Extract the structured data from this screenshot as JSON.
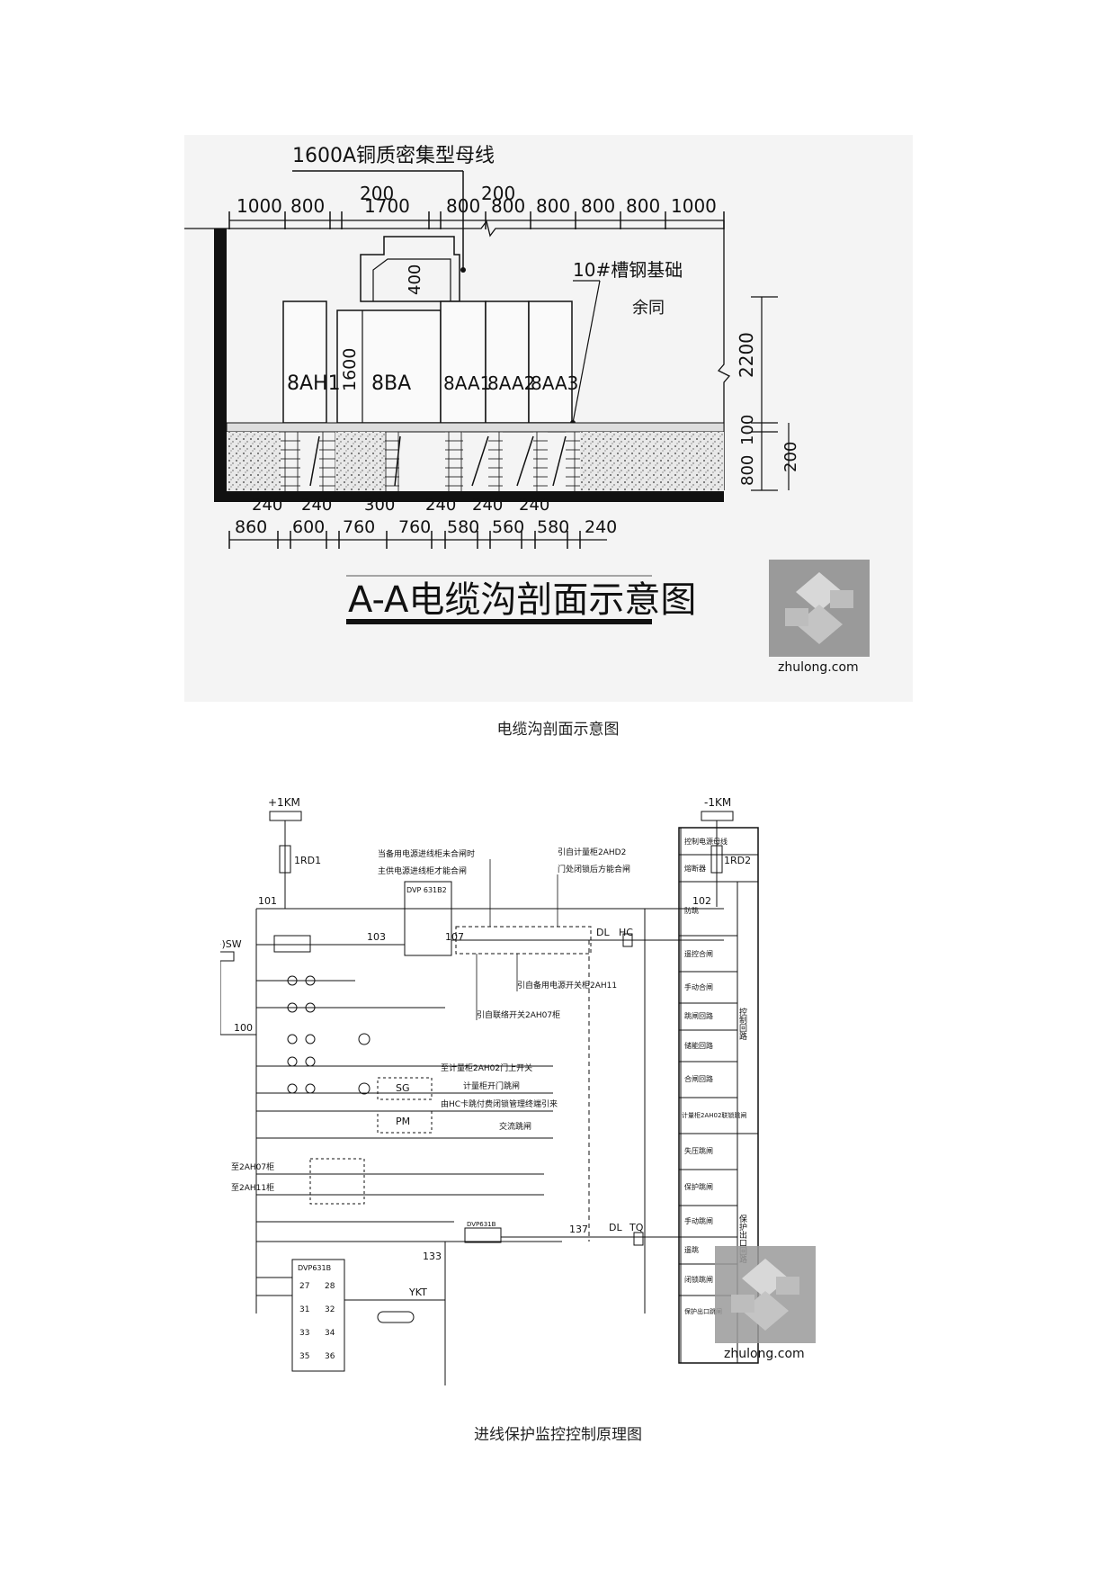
{
  "section": {
    "busbar": "1600A铜质密集型母线",
    "foundation": "10#槽钢基础",
    "same_note": "余同",
    "top_gap_1": "200",
    "top_gap_2": "200",
    "top_dims": [
      "1000",
      "800",
      "1700",
      "800",
      "800",
      "800",
      "800",
      "800",
      "1000"
    ],
    "busbar_height": "400",
    "cabinet_height": "1600",
    "right_dims": [
      "2200",
      "100",
      "800",
      "200"
    ],
    "cabinets": [
      "8AH1",
      "8BA",
      "8AA1",
      "8AA2",
      "8AA3"
    ],
    "bottom_dims_upper": [
      "240",
      "240",
      "300",
      "240",
      "240",
      "240"
    ],
    "bottom_dims_lower": [
      "860",
      "600",
      "760",
      "760",
      "580",
      "560",
      "580",
      "240"
    ],
    "title": "A-A电缆沟剖面示意图"
  },
  "caption_1": "电缆沟剖面示意图",
  "schematic": {
    "bus_plus": "+1KM",
    "bus_minus": "-1KM",
    "fuse_1": "1RD1",
    "fuse_2": "1RD2",
    "sw": "(+)SW",
    "node_101": "101",
    "node_102": "102",
    "node_103": "103",
    "node_107": "107",
    "node_100": "100",
    "node_133": "133",
    "node_137": "137",
    "dl_1": "DL",
    "hc": "HC",
    "dl_2": "DL",
    "tq": "TQ",
    "sg": "SG",
    "pm": "PM",
    "ykt": "YKT",
    "relay_box_1": "DVP 631B2",
    "relay_box_2": "DVP631B",
    "relay_box_3": "DVP631B",
    "to_2ah07": "至2AH07柜",
    "to_2ah11": "至2AH11柜",
    "note_standby_1": "当备用电源进线柜未合闸时",
    "note_standby_2": "主供电源进线柜才能合闸",
    "note_meter_1": "引自计量柜2AHD2",
    "note_meter_2": "门处闭锁后方能合闸",
    "note_2ah11": "引自备用电源开关柜2AH11",
    "note_2ah07": "引自联络开关2AH07柜",
    "note_upper_switch": "至计量柜2AH02门上开关",
    "note_meter_door": "计量柜开门跳闸",
    "note_hc": "由HC卡跳付费闭锁管理终端引来",
    "note_ac": "交流跳闸",
    "box_labels": [
      "27",
      "28",
      "31",
      "32",
      "33",
      "34",
      "35",
      "36"
    ],
    "right_panel": [
      "控制电源母线",
      "熔断器",
      "防跳",
      "遥控合闸",
      "手动合闸",
      "跳闸回路",
      "储能回路",
      "合闸回路",
      "计量柜2AH02联锁跳闸",
      "失压跳闸",
      "保护跳闸",
      "手动跳闸",
      "遥跳",
      "闭锁跳闸",
      "保护出口跳闸"
    ],
    "right_panel_side_1": "控制回路",
    "right_panel_side_2": "保护出口回路"
  },
  "watermark": "zhulong.com",
  "caption_2": "进线保护监控控制原理图"
}
